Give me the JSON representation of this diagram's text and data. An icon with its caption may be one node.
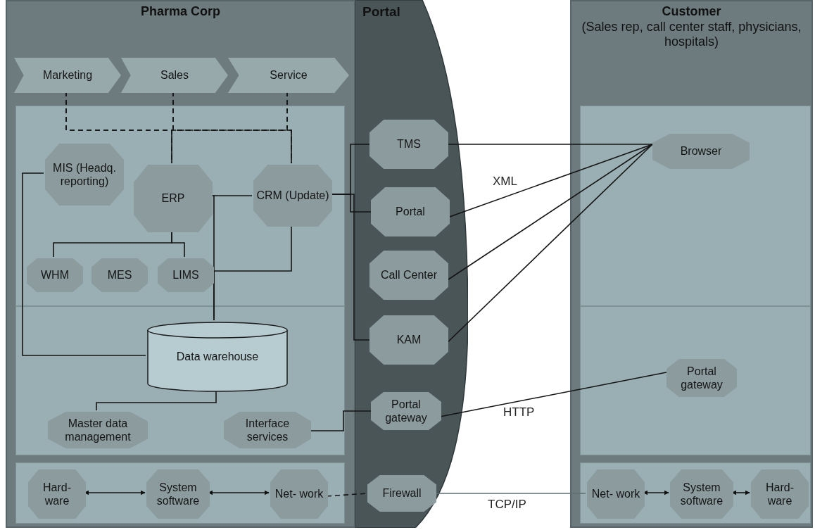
{
  "diagram": {
    "nodes": [
      {
        "text": [
          "Pharma Corp"
        ]
      },
      {
        "text": [
          "Marketing"
        ],
        "in": 0
      },
      {
        "text": [
          "Sales"
        ],
        "in": 0
      },
      {
        "text": [
          "Service"
        ],
        "in": 0
      },
      {
        "text": [
          "MIS (Headq. reporting)"
        ],
        "in": 0
      },
      {
        "text": [
          "ERP"
        ],
        "in": 0
      },
      {
        "text": [
          "CRM (Update)"
        ],
        "in": 0
      },
      {
        "text": [
          "WHM"
        ],
        "in": 0
      },
      {
        "text": [
          "MES"
        ],
        "in": 0
      },
      {
        "text": [
          "LIMS"
        ],
        "in": 0
      },
      {
        "text": [
          "Data warehouse"
        ],
        "in": 0
      },
      {
        "text": [
          "Master data management"
        ],
        "in": 0
      },
      {
        "text": [
          "Interface services"
        ],
        "in": 0
      },
      {
        "text": [
          "Hard- ware"
        ],
        "in": 0
      },
      {
        "text": [
          "System software"
        ],
        "in": 0
      },
      {
        "text": [
          "Net- work"
        ],
        "in": 0
      },
      {
        "text": [
          "Portal"
        ]
      },
      {
        "text": [
          "TMS"
        ],
        "in": 16
      },
      {
        "text": [
          "Portal"
        ],
        "in": 16
      },
      {
        "text": [
          "Call Center"
        ],
        "in": 16
      },
      {
        "text": [
          "KAM"
        ],
        "in": 16
      },
      {
        "text": [
          "Portal gateway"
        ],
        "in": 16
      },
      {
        "text": [
          "Firewall"
        ],
        "in": 16
      },
      {
        "text": [
          "Customer",
          "(Sales rep, call center staff, physicians, hospitals)"
        ]
      },
      {
        "text": [
          "Browser"
        ],
        "in": 23
      },
      {
        "text": [
          "Portal gateway"
        ],
        "in": 23
      },
      {
        "text": [
          "Net- work"
        ],
        "in": 23
      },
      {
        "text": [
          "System software"
        ],
        "in": 23
      },
      {
        "text": [
          "Hard- ware"
        ],
        "in": 23
      }
    ],
    "edges": [
      {
        "from": 1,
        "to": 5,
        "arrow": "none",
        "style": "dashed"
      },
      {
        "from": 1,
        "to": 6,
        "arrow": "none",
        "style": "dashed"
      },
      {
        "from": 2,
        "to": 5,
        "arrow": "none",
        "style": "dashed"
      },
      {
        "from": 2,
        "to": 6,
        "arrow": "none",
        "style": "dashed"
      },
      {
        "from": 3,
        "to": 5,
        "arrow": "none",
        "style": "dashed"
      },
      {
        "from": 3,
        "to": 6,
        "arrow": "none",
        "style": "dashed"
      },
      {
        "from": 5,
        "to": 7,
        "arrow": "none"
      },
      {
        "from": 5,
        "to": 9,
        "arrow": "none"
      },
      {
        "from": 5,
        "to": 6,
        "arrow": "none"
      },
      {
        "from": 5,
        "to": 10,
        "arrow": "none"
      },
      {
        "from": 6,
        "to": 10,
        "arrow": "none"
      },
      {
        "from": 4,
        "to": 10,
        "arrow": "none"
      },
      {
        "from": 10,
        "to": 11,
        "arrow": "none"
      },
      {
        "from": 12,
        "to": 21,
        "arrow": "none"
      },
      {
        "from": 6,
        "to": 17,
        "arrow": "none"
      },
      {
        "from": 6,
        "to": 18,
        "arrow": "none"
      },
      {
        "from": 6,
        "to": 20,
        "arrow": "none"
      },
      {
        "from": 17,
        "to": 24,
        "arrow": "none"
      },
      {
        "from": 18,
        "to": 24,
        "arrow": "none",
        "label": "XML"
      },
      {
        "from": 19,
        "to": 24,
        "arrow": "none"
      },
      {
        "from": 20,
        "to": 24,
        "arrow": "none"
      },
      {
        "from": 21,
        "to": 25,
        "arrow": "none",
        "label": "HTTP"
      },
      {
        "from": 13,
        "to": 14,
        "arrow": "both"
      },
      {
        "from": 14,
        "to": 15,
        "arrow": "both"
      },
      {
        "from": 15,
        "to": 22,
        "arrow": "none",
        "style": "dashed"
      },
      {
        "from": 22,
        "to": 26,
        "arrow": "none",
        "label": "TCP/IP",
        "color": "#5e6e72"
      },
      {
        "from": 26,
        "to": 27,
        "arrow": "both"
      },
      {
        "from": 27,
        "to": 28,
        "arrow": "both"
      }
    ]
  }
}
